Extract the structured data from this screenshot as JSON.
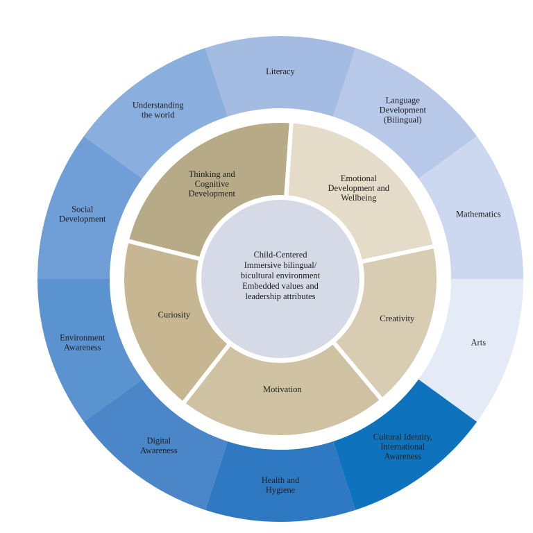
{
  "diagram": {
    "center": {
      "lines": [
        "Child-Centered",
        "Immersive bilingual/",
        "bicultural environment",
        "Embedded values and",
        "leadership attributes"
      ],
      "color": "#d6d9e6"
    },
    "inner_ring": [
      {
        "id": "thinking",
        "lines": [
          "Thinking and",
          "Cognitive",
          "Development"
        ],
        "color": "#b7aa86"
      },
      {
        "id": "emotional",
        "lines": [
          "Emotional",
          "Development and",
          "Wellbeing"
        ],
        "color": "#e4dcc8"
      },
      {
        "id": "creativity",
        "lines": [
          "Creativity"
        ],
        "color": "#d8cdb3"
      },
      {
        "id": "motivation",
        "lines": [
          "Motivation"
        ],
        "color": "#cec2a2"
      },
      {
        "id": "curiosity",
        "lines": [
          "Curiosity"
        ],
        "color": "#c6b792"
      }
    ],
    "outer_ring": [
      {
        "id": "literacy",
        "lines": [
          "Literacy"
        ],
        "color": "#a4bce2"
      },
      {
        "id": "language",
        "lines": [
          "Language",
          "Development",
          "(Bilingual)"
        ],
        "color": "#b7c8e8"
      },
      {
        "id": "mathematics",
        "lines": [
          "Mathematics"
        ],
        "color": "#cbd8f0"
      },
      {
        "id": "arts",
        "lines": [
          "Arts"
        ],
        "color": "#e4ebf7"
      },
      {
        "id": "cultural",
        "lines": [
          "Cultural Identity,",
          "International",
          "Awareness"
        ],
        "color": "#0f72bd"
      },
      {
        "id": "health",
        "lines": [
          "Health and",
          "Hygiene"
        ],
        "color": "#2f79c2"
      },
      {
        "id": "digital",
        "lines": [
          "Digital",
          "Awareness"
        ],
        "color": "#4a86c8"
      },
      {
        "id": "environment",
        "lines": [
          "Environment",
          "Awareness"
        ],
        "color": "#5b92d0"
      },
      {
        "id": "social",
        "lines": [
          "Social",
          "Development"
        ],
        "color": "#6f9fd6"
      },
      {
        "id": "understanding",
        "lines": [
          "Understanding",
          "the world"
        ],
        "color": "#8aaede"
      }
    ]
  }
}
